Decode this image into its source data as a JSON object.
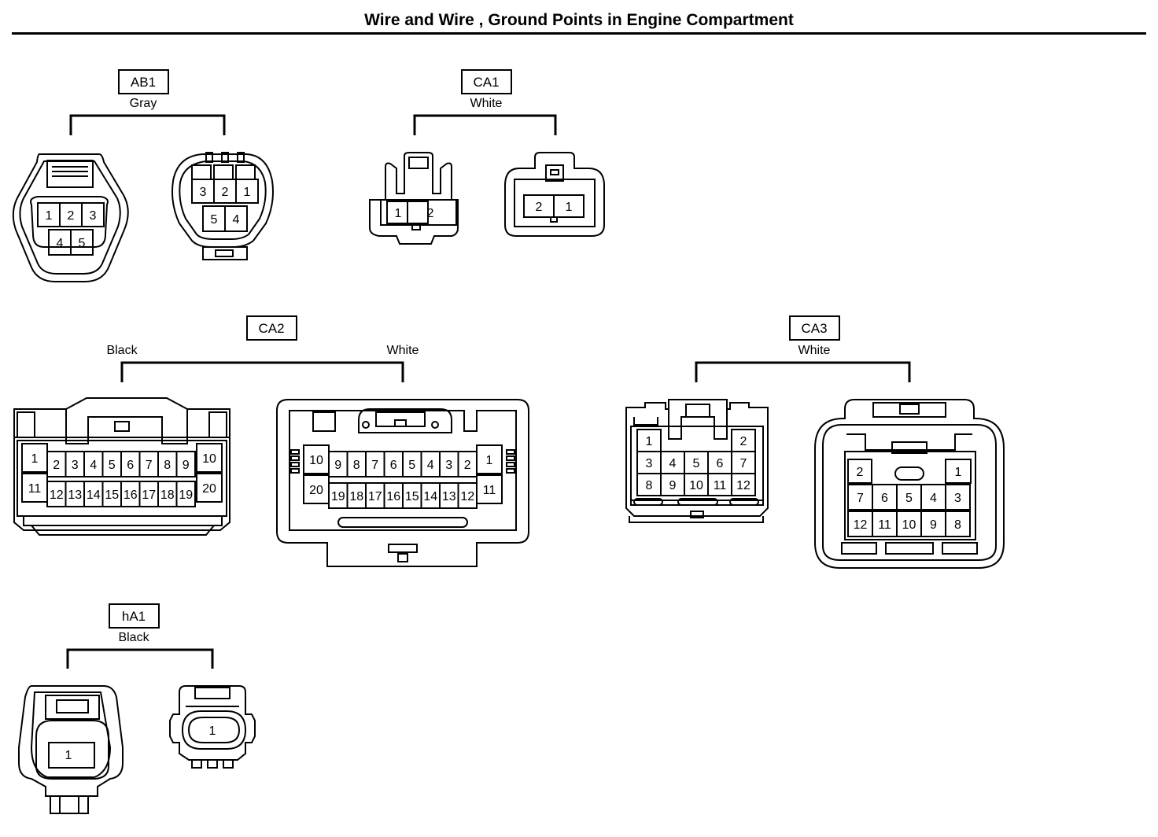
{
  "title": "Wire and Wire , Ground Points in Engine Compartment",
  "connectors": {
    "ab1": {
      "code": "AB1",
      "color": "Gray",
      "a_pins": [
        "1",
        "2",
        "3",
        "4",
        "5"
      ],
      "b_pins": [
        "3",
        "2",
        "1",
        "5",
        "4"
      ]
    },
    "ca1": {
      "code": "CA1",
      "color": "White",
      "a_pins": [
        "1",
        "2"
      ],
      "b_pins": [
        "2",
        "1"
      ]
    },
    "ca2": {
      "code": "CA2",
      "color_left": "Black",
      "color_right": "White",
      "a_pins": [
        "1",
        "2",
        "3",
        "4",
        "5",
        "6",
        "7",
        "8",
        "9",
        "10",
        "11",
        "12",
        "13",
        "14",
        "15",
        "16",
        "17",
        "18",
        "19",
        "20"
      ],
      "b_pins": [
        "10",
        "9",
        "8",
        "7",
        "6",
        "5",
        "4",
        "3",
        "2",
        "1",
        "20",
        "19",
        "18",
        "17",
        "16",
        "15",
        "14",
        "13",
        "12",
        "11"
      ]
    },
    "ca3": {
      "code": "CA3",
      "color": "White",
      "a_pins": [
        "1",
        "2",
        "3",
        "4",
        "5",
        "6",
        "7",
        "8",
        "9",
        "10",
        "11",
        "12"
      ],
      "b_pins": [
        "2",
        "1",
        "7",
        "6",
        "5",
        "4",
        "3",
        "12",
        "11",
        "10",
        "9",
        "8"
      ]
    },
    "ha1": {
      "code": "hA1",
      "color": "Black",
      "a_pins": [
        "1"
      ],
      "b_pins": [
        "1"
      ]
    }
  }
}
